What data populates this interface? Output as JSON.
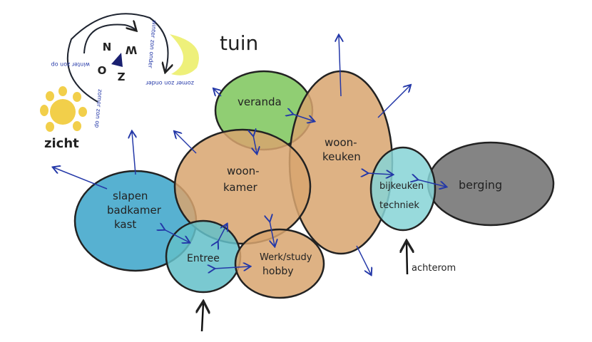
{
  "title": "tuin",
  "view_label": "zicht",
  "rooms": {
    "veranda": "veranda",
    "woonkeuken_1": "woon-",
    "woonkeuken_2": "keuken",
    "woonkamer_1": "woon-",
    "woonkamer_2": "kamer",
    "slapen_1": "slapen",
    "slapen_2": "badkamer",
    "slapen_3": "kast",
    "entree": "Entree",
    "werk_1": "Werk/study",
    "werk_2": "hobby",
    "bijkeuken_1": "bijkeuken",
    "bijkeuken_2": "techniek",
    "berging": "berging"
  },
  "entrance_label": "achterom",
  "compass": {
    "n": "N",
    "o": "O",
    "z": "Z",
    "w": "W",
    "winter_zon_onder": "winter zon onder",
    "winter_zon_op": "winter zon op",
    "zomer_zon_onder": "zomer zon onder",
    "zomer_zon_op": "zomer zon op"
  },
  "colors": {
    "green": "#7cc55a",
    "tan": "#d8a46e",
    "blue": "#3aa3c9",
    "teal": "#63c0c9",
    "lightteal": "#86d3d6",
    "gray": "#6f6f6f",
    "ink": "#2438a8",
    "sun": "#f2cf4a",
    "moon": "#eef07a"
  }
}
